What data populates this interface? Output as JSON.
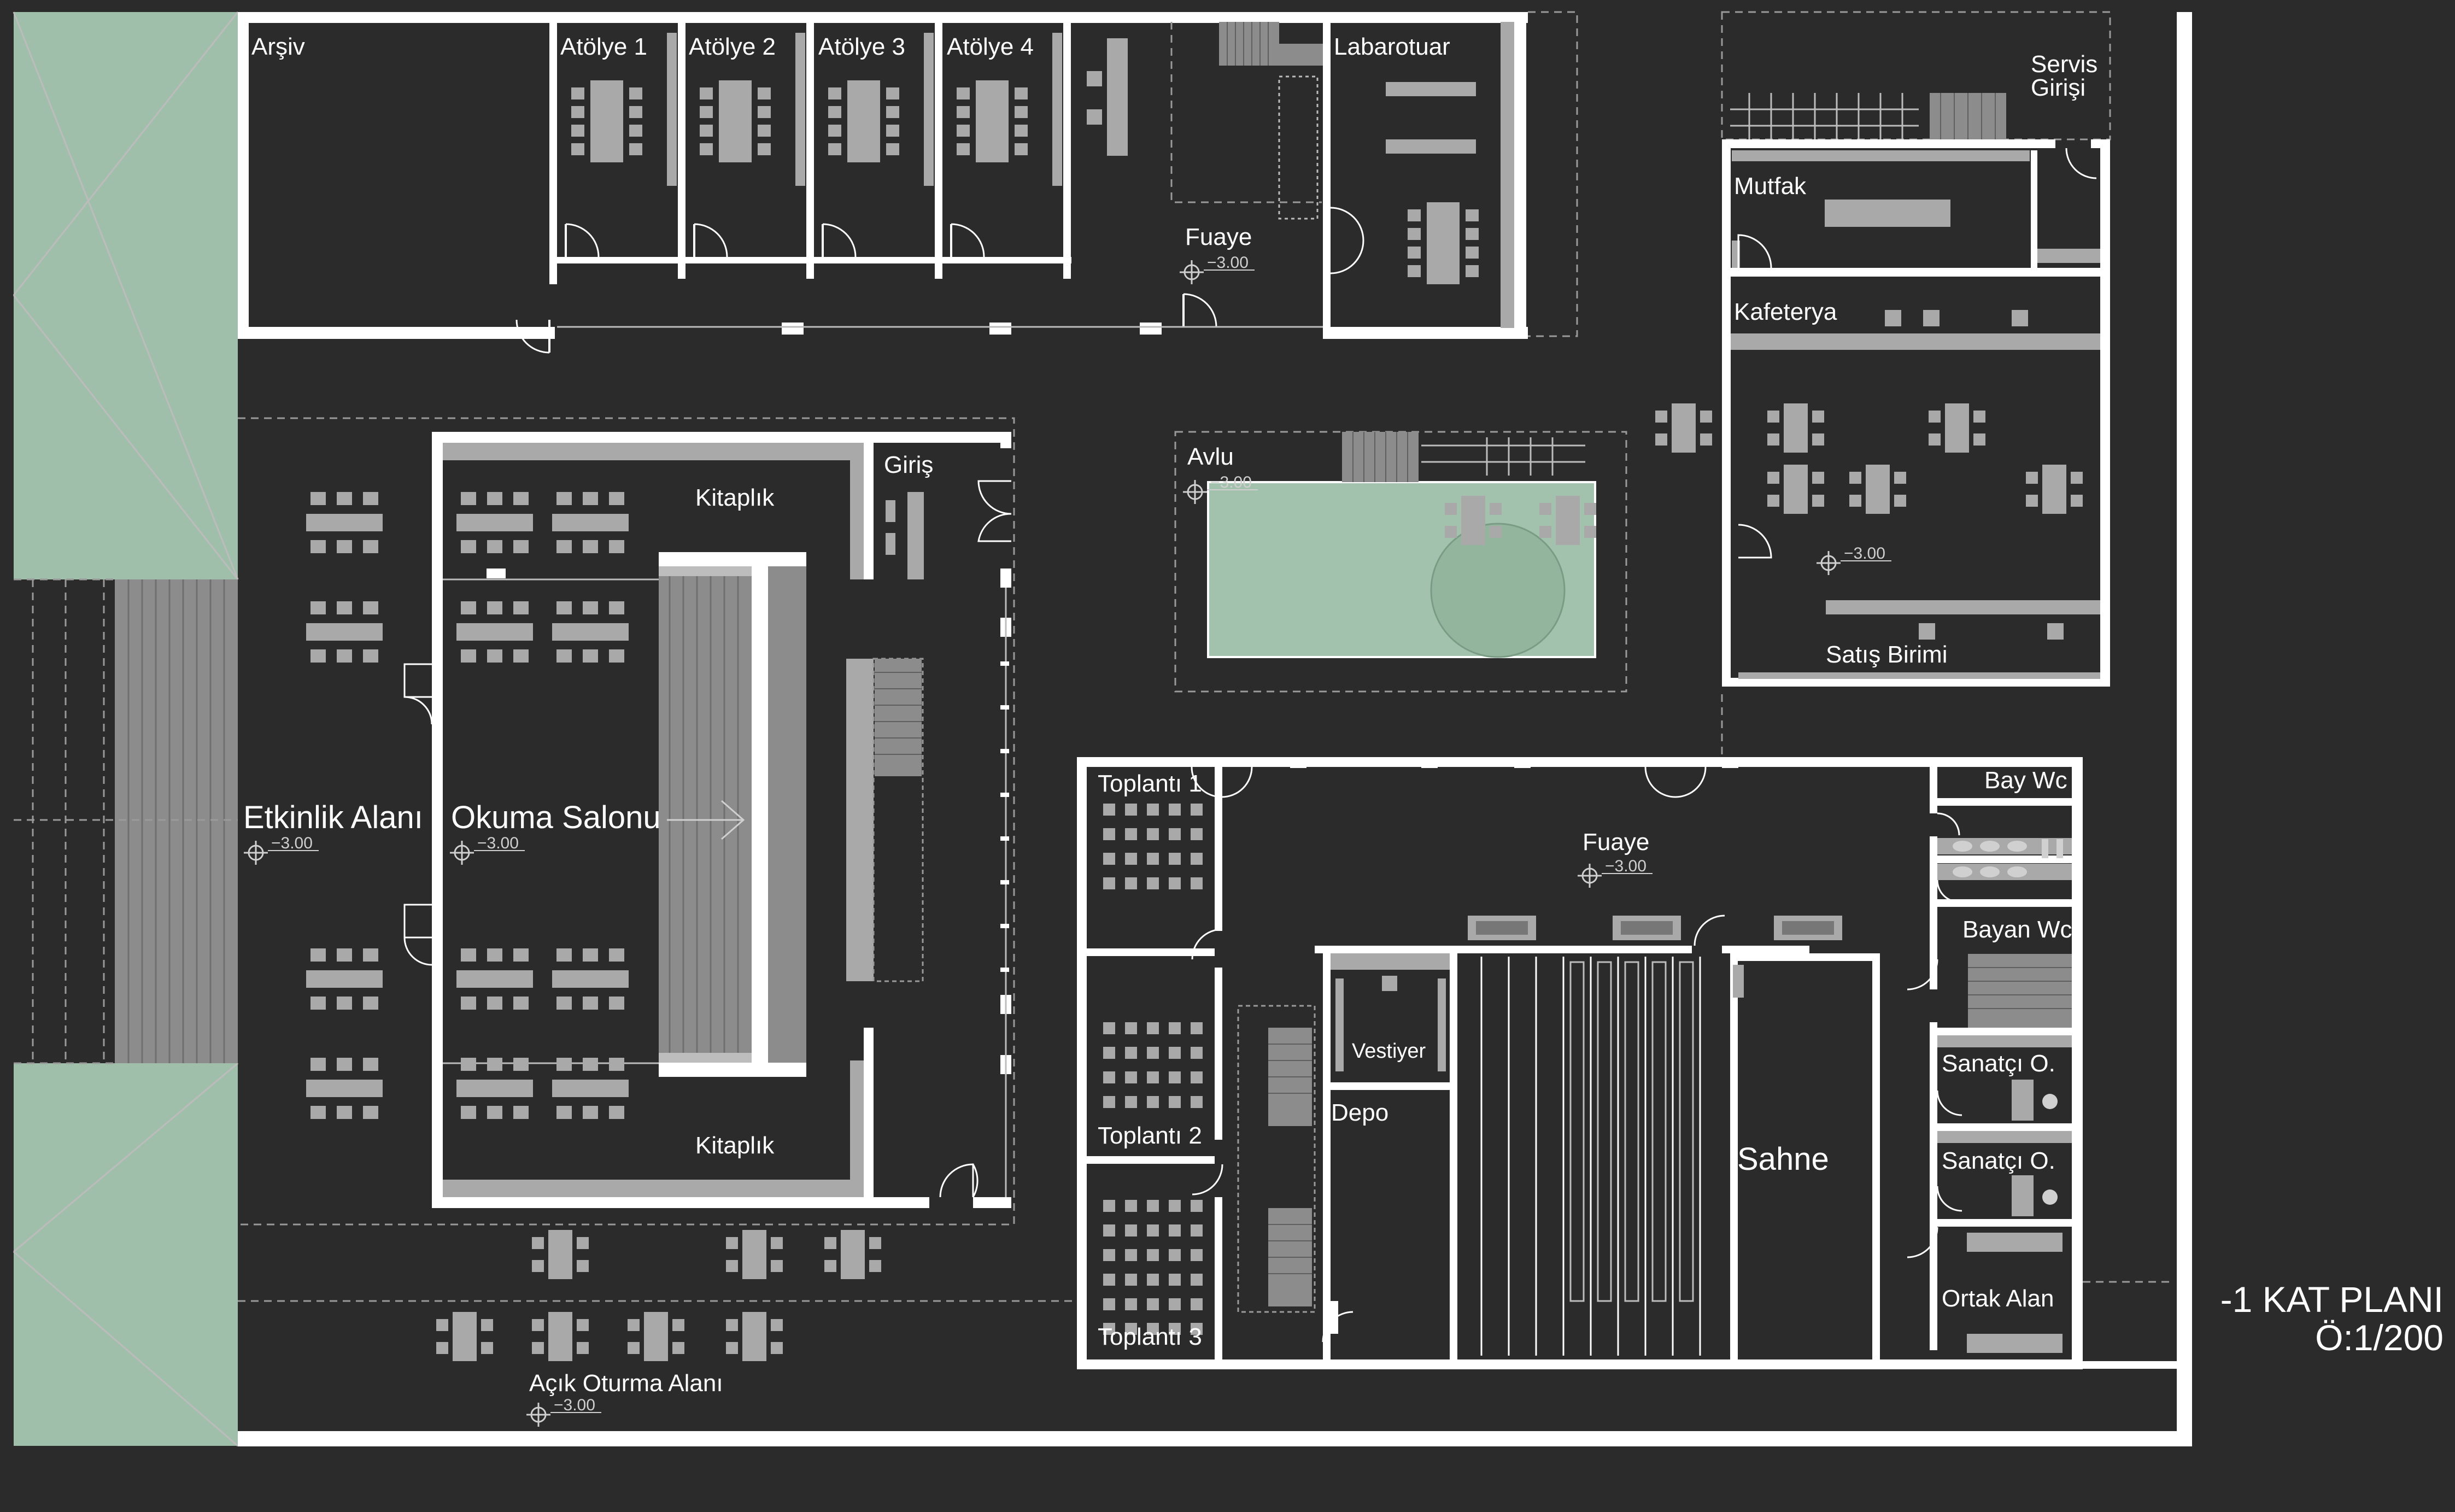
{
  "plan": {
    "title_line1": "-1 KAT PLANI",
    "title_line2": "Ö:1/200",
    "colors": {
      "background": "#2b2b2b",
      "wall": "#ffffff",
      "furniture": "#a9a9a9",
      "green_area": "#9fbfaa",
      "courtyard": "#a3c2ad"
    },
    "rooms": {
      "arsiv": "Arşiv",
      "atolye1": "Atölye 1",
      "atolye2": "Atölye 2",
      "atolye3": "Atölye 3",
      "atolye4": "Atölye 4",
      "labarotuar": "Labarotuar",
      "fuaye_top": "Fuaye",
      "servis_girisi_1": "Servis",
      "servis_girisi_2": "Girişi",
      "mutfak": "Mutfak",
      "kafeterya": "Kafeterya",
      "satis_birimi": "Satış Birimi",
      "giris": "Giriş",
      "kitaplik_top": "Kitaplık",
      "kitaplik_bottom": "Kitaplık",
      "avlu": "Avlu",
      "etkinlik_alani": "Etkinlik Alanı",
      "okuma_salonu": "Okuma Salonu",
      "toplanti1": "Toplantı 1",
      "toplanti2": "Toplantı 2",
      "toplanti3": "Toplantı 3",
      "fuaye_mid": "Fuaye",
      "bay_wc": "Bay Wc",
      "bayan_wc": "Bayan Wc",
      "vestiyer": "Vestiyer",
      "depo": "Depo",
      "sahne": "Sahne",
      "sanatci1": "Sanatçı O.",
      "sanatci2": "Sanatçı O.",
      "ortak_alan": "Ortak Alan",
      "acik_oturma": "Açık Oturma Alanı"
    },
    "levels": {
      "fuaye_top": "−3.00",
      "avlu": "−3.00",
      "kafeterya": "−3.00",
      "etkinlik": "−3.00",
      "okuma": "−3.00",
      "fuaye_mid": "−3.00",
      "acik_oturma": "−3.00"
    }
  }
}
